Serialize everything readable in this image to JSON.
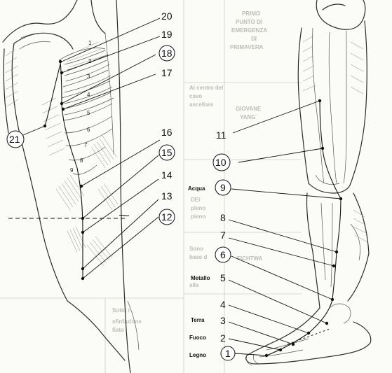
{
  "labels": {
    "n20": "20",
    "n19": "19",
    "n18": "18",
    "n17": "17",
    "n16": "16",
    "n15": "15",
    "n14": "14",
    "n13": "13",
    "n12": "12",
    "n21": "21",
    "n11": "11",
    "n10": "10",
    "n9": "9",
    "n8": "8",
    "n7": "7",
    "n6": "6",
    "n5": "5",
    "n4": "4",
    "n3": "3",
    "n2": "2",
    "n1": "1"
  },
  "ribs": [
    "1",
    "2",
    "3",
    "4",
    "5",
    "6",
    "7",
    "8",
    "9"
  ],
  "elements": {
    "acqua": "Acqua",
    "metallo": "Metallo",
    "terra": "Terra",
    "fuoco": "Fuoco",
    "legno": "Legno"
  },
  "background_table": {
    "cells": [
      "PRIMO",
      "PUNTO DI",
      "EMERGENZA",
      "DI",
      "PRIMAVERA",
      "Al centro del",
      "cavo",
      "ascellare",
      "GIOVANE",
      "YANG",
      "DEI",
      "pleno",
      "pieno",
      "FICHTWA",
      "Sono",
      "base d",
      "alla",
      "sfinfazione",
      "fiato",
      "Sotto i"
    ]
  }
}
